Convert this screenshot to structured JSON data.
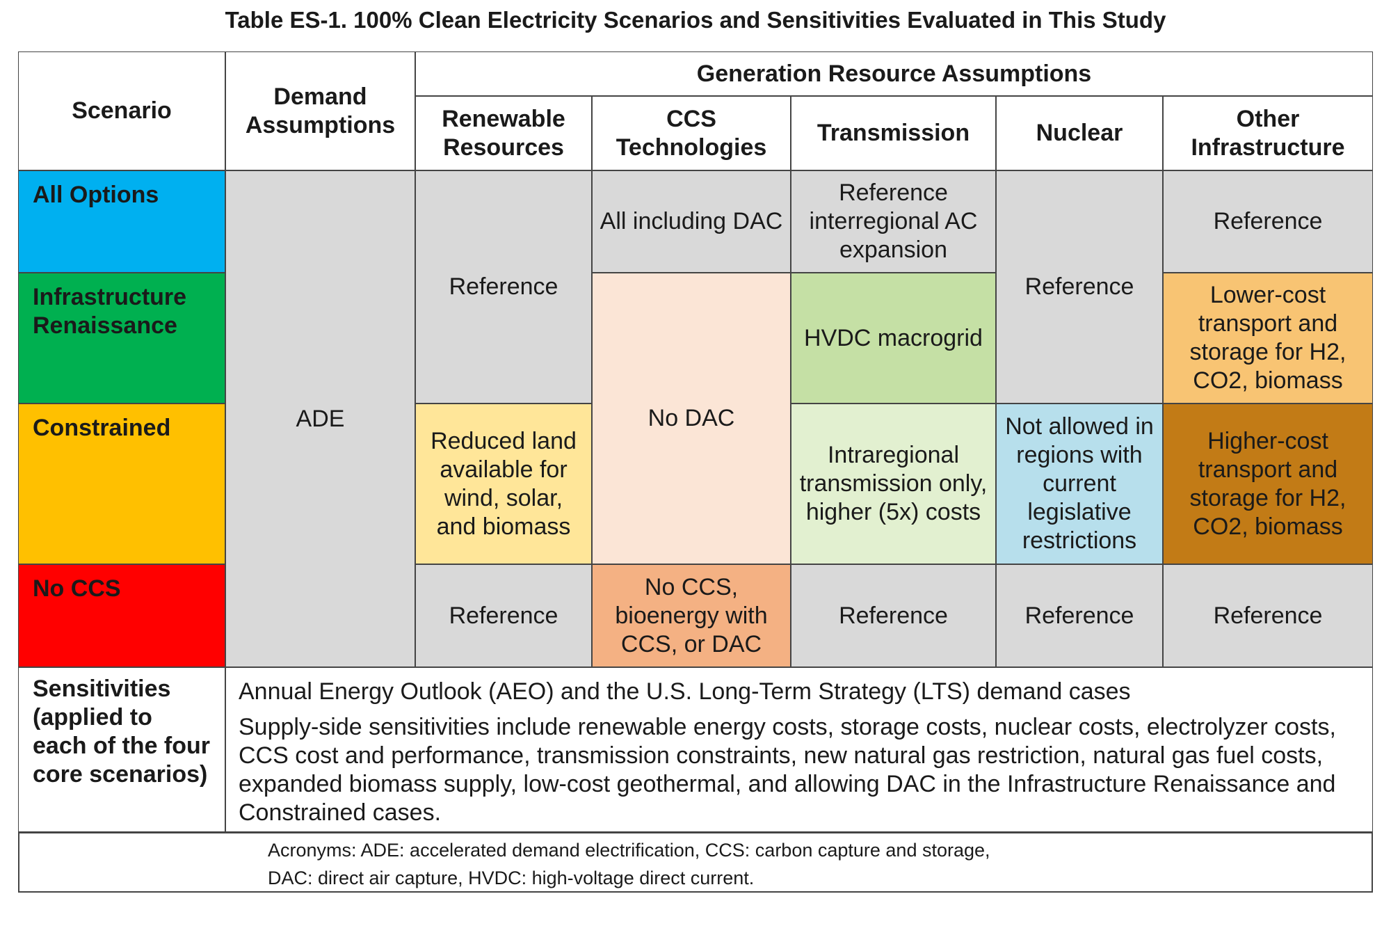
{
  "title": "Table ES-1. 100% Clean Electricity Scenarios and Sensitivities Evaluated in This Study",
  "headers": {
    "scenario": "Scenario",
    "demand": "Demand Assumptions",
    "generation": "Generation Resource Assumptions",
    "renewable": "Renewable Resources",
    "ccs": "CCS Technologies",
    "transmission": "Transmission",
    "nuclear": "Nuclear",
    "other": "Other Infrastructure"
  },
  "scenarios": [
    {
      "label": "All Options",
      "color": "#00b0f0"
    },
    {
      "label": "Infrastructure Renaissance",
      "color": "#00b050"
    },
    {
      "label": "Constrained",
      "color": "#ffc000"
    },
    {
      "label": "No CCS",
      "color": "#ff0000"
    }
  ],
  "cells": {
    "demand_ade": "ADE",
    "renewable_reference": "Reference",
    "renewable_constrained": "Reduced land available for wind, solar, and biomass",
    "renewable_noccs": "Reference",
    "ccs_all": "All including DAC",
    "ccs_nodac": "No DAC",
    "ccs_noccs": "No CCS, bioenergy with CCS, or DAC",
    "trans_all": "Reference interregional AC expansion",
    "trans_infra": "HVDC macrogrid",
    "trans_constrained": "Intraregional transmission only, higher (5x) costs",
    "trans_noccs": "Reference",
    "nuclear_reference": "Reference",
    "nuclear_constrained": "Not allowed in regions with current legislative restrictions",
    "nuclear_noccs": "Reference",
    "other_all": "Reference",
    "other_infra": "Lower-cost transport and storage for H2, CO2, biomass",
    "other_constrained": "Higher-cost transport and storage for H2, CO2, biomass",
    "other_noccs": "Reference"
  },
  "sensitivities": {
    "label": "Sensitivities (applied to each of the four core scenarios)",
    "demand": "Annual Energy Outlook (AEO) and the U.S. Long-Term Strategy (LTS) demand cases",
    "supply": "Supply-side sensitivities include renewable energy costs, storage costs, nuclear costs, electrolyzer costs, CCS cost and performance, transmission constraints, new natural gas restriction, natural gas fuel costs, expanded biomass supply, low-cost geothermal, and allowing DAC in the Infrastructure Renaissance and Constrained cases."
  },
  "acronyms": {
    "line1": "Acronyms: ADE: accelerated demand electrification, CCS: carbon capture and storage,",
    "line2": "DAC: direct air capture, HVDC: high-voltage direct current."
  }
}
